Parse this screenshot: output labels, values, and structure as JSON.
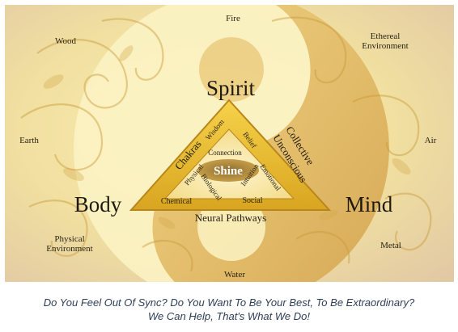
{
  "elements": {
    "fire": "Fire",
    "wood": "Wood",
    "earth": "Earth",
    "air": "Air",
    "metal": "Metal",
    "water": "Water",
    "ethereal_line1": "Ethereal",
    "ethereal_line2": "Environment",
    "physical_env_line1": "Physical",
    "physical_env_line2": "Environment"
  },
  "triangle": {
    "spirit": "Spirit",
    "body": "Body",
    "mind": "Mind",
    "shine": "Shine",
    "chakras": "Chakras",
    "wisdom": "Wisdom",
    "connection": "Connection",
    "belief": "Belief",
    "physical": "Physical",
    "biological": "Biological",
    "intuition": "Intuition",
    "emotional": "Emotional",
    "chemical": "Chemical",
    "social": "Social",
    "collective": "Collective",
    "unconscious": "Unconscious",
    "neural_pathways": "Neural Pathways"
  },
  "caption": {
    "line1": "Do You Feel Out Of Sync? Do You Want To Be Your Best, To Be Extraordinary?",
    "line2": "We Can Help, That's What We Do!"
  },
  "colors": {
    "background_cream": "#f6eeb6",
    "yin_yang_light": "#fbf3c6",
    "swirl_gold": "#c99a3a",
    "triangle_gold": "#d9a520",
    "caption_text": "#2e3e57"
  }
}
